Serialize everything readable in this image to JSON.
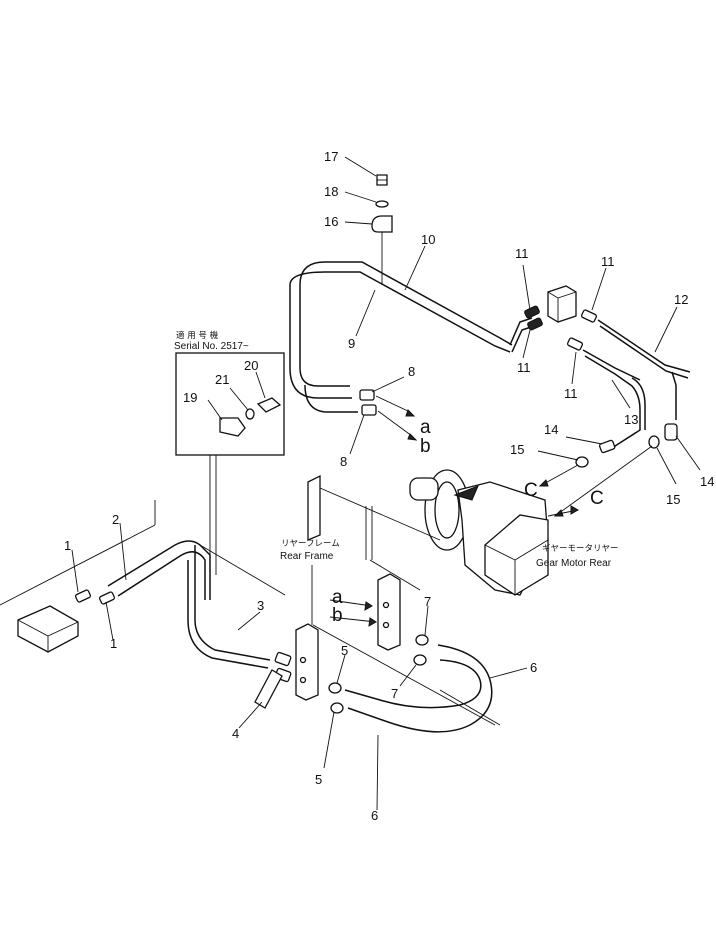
{
  "callouts": {
    "n1a": "1",
    "n1b": "1",
    "n2": "2",
    "n3": "3",
    "n4": "4",
    "n5a": "5",
    "n5b": "5",
    "n6a": "6",
    "n6b": "6",
    "n7a": "7",
    "n7b": "7",
    "n8a": "8",
    "n8b": "8",
    "n9": "9",
    "n10": "10",
    "n11a": "11",
    "n11b": "11",
    "n11c": "11",
    "n11d": "11",
    "n12": "12",
    "n13": "13",
    "n14a": "14",
    "n14b": "14",
    "n15a": "15",
    "n15b": "15",
    "n16": "16",
    "n17": "17",
    "n18": "18",
    "n19": "19",
    "n20": "20",
    "n21": "21"
  },
  "connection_letters": {
    "a_upper": "a",
    "b_upper": "b",
    "a_lower": "a",
    "b_lower": "b",
    "c_left": "C",
    "c_right": "C"
  },
  "serial_note": {
    "jp": "適 用 号 機",
    "label": "Serial No. 2517~"
  },
  "rear_frame": {
    "jp": "リヤーフレーム",
    "label": "Rear Frame"
  },
  "gear_motor": {
    "jp": "ギヤーモータリヤー",
    "label": "Gear Motor Rear"
  }
}
